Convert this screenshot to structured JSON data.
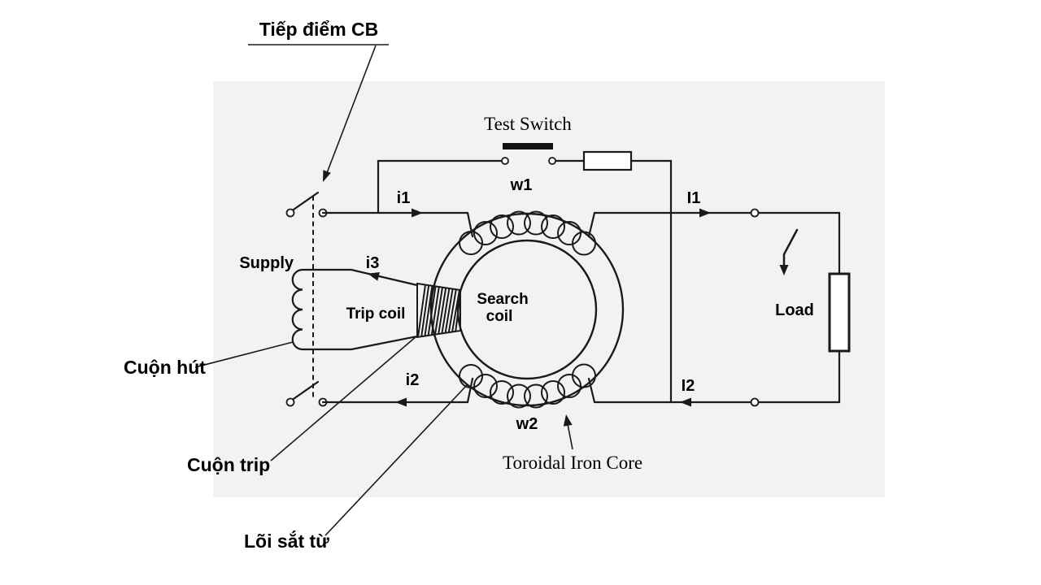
{
  "colors": {
    "panel": "#f2f2f2",
    "line": "#1a1a1a",
    "text": "#000000"
  },
  "annotations": {
    "cb_contact": "Tiếp điểm CB",
    "holding_coil": "Cuộn hút",
    "trip_coil": "Cuộn trip",
    "iron_core": "Lõi sắt từ"
  },
  "components": {
    "test_switch": "Test Switch",
    "supply": "Supply",
    "trip_coil": "Trip coil",
    "search_coil": [
      "Search",
      "coil"
    ],
    "load": "Load",
    "toroidal_iron_core": "Toroidal Iron Core",
    "winding_top": "w1",
    "winding_bottom": "w2"
  },
  "currents": {
    "i1": "i1",
    "i2": "i2",
    "i3": "i3",
    "I1": "I1",
    "I2": "I2"
  }
}
